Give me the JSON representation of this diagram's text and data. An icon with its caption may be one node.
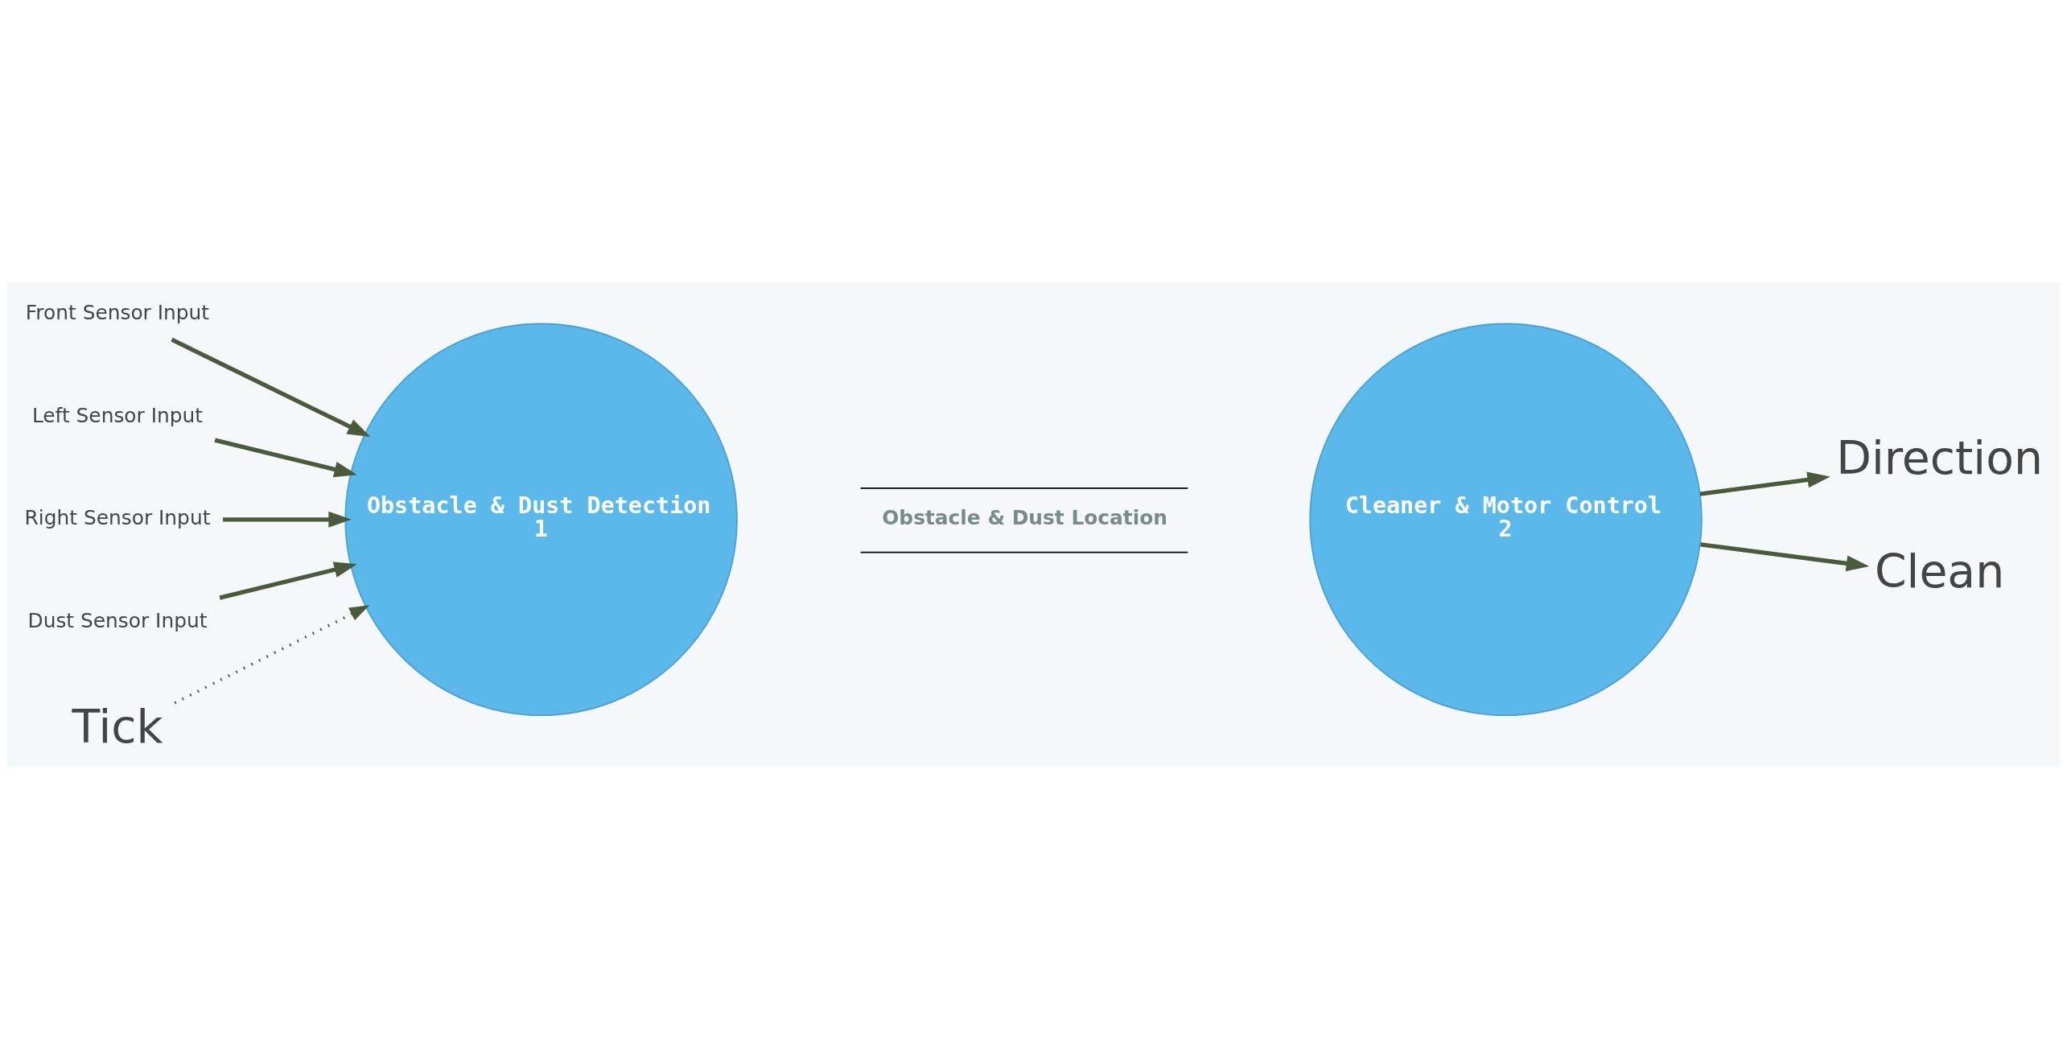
{
  "diagram": {
    "nodes": [
      {
        "text": [
          "Front Sensor Input"
        ]
      },
      {
        "text": [
          "Left Sensor Input"
        ]
      },
      {
        "text": [
          "Right Sensor Input"
        ]
      },
      {
        "text": [
          "Dust Sensor Input"
        ]
      },
      {
        "text": [
          "Obstacle & Dust Detection",
          "1"
        ]
      },
      {
        "text": [
          "Tick"
        ]
      },
      {
        "text": [
          "Obstacle & Dust Location"
        ]
      },
      {
        "text": [
          "Cleaner & Motor Control",
          "2"
        ]
      },
      {
        "text": [
          "Direction"
        ]
      },
      {
        "text": [
          "Clean"
        ]
      }
    ],
    "edges": [
      {
        "from": 0,
        "to": 4,
        "arrow": "to",
        "color": "#4b5a3a"
      },
      {
        "from": 1,
        "to": 4,
        "arrow": "to",
        "color": "#4b5a3a"
      },
      {
        "from": 2,
        "to": 4,
        "arrow": "to",
        "color": "#4b5a3a"
      },
      {
        "from": 3,
        "to": 4,
        "arrow": "to",
        "color": "#4b5a3a"
      },
      {
        "from": 5,
        "to": 4,
        "arrow": "to",
        "style": "dashed",
        "color": "#4b5a3a"
      },
      {
        "from": 7,
        "to": 8,
        "arrow": "to",
        "color": "#4b5a3a"
      },
      {
        "from": 7,
        "to": 9,
        "arrow": "to",
        "color": "#4b5a3a"
      }
    ]
  }
}
